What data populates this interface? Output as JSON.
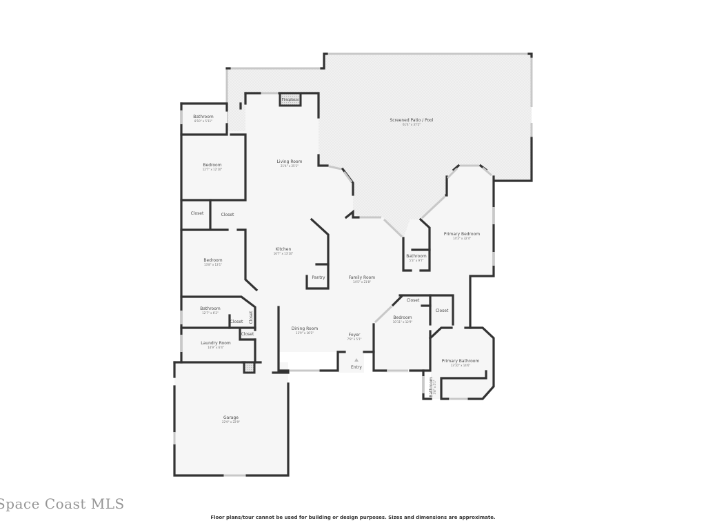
{
  "floorplan": {
    "rooms": [
      {
        "id": "bathroom-1",
        "name": "Bathroom",
        "dim": "8'10\" x 5'11\""
      },
      {
        "id": "bedroom-1",
        "name": "Bedroom",
        "dim": "12'7\" x 12'10\""
      },
      {
        "id": "living-room",
        "name": "Living Room",
        "dim": "21'4\" x 25'1\""
      },
      {
        "id": "fireplace",
        "name": "Fireplace",
        "dim": ""
      },
      {
        "id": "screened-patio",
        "name": "Screened Patio / Pool",
        "dim": "61'4\" x 37'2\""
      },
      {
        "id": "closet-1",
        "name": "Closet",
        "dim": ""
      },
      {
        "id": "closet-2",
        "name": "Closet",
        "dim": ""
      },
      {
        "id": "kitchen",
        "name": "Kitchen",
        "dim": "16'7\" x 13'10\""
      },
      {
        "id": "pantry",
        "name": "Pantry",
        "dim": ""
      },
      {
        "id": "bedroom-2",
        "name": "Bedroom",
        "dim": "13'8\" x 13'1\""
      },
      {
        "id": "family-room",
        "name": "Family Room",
        "dim": "14'5\" x 21'8\""
      },
      {
        "id": "bathroom-2",
        "name": "Bathroom",
        "dim": "5'3\" x 9'7\""
      },
      {
        "id": "primary-bedroom",
        "name": "Primary Bedroom",
        "dim": "14'3\" x 32'4\""
      },
      {
        "id": "bathroom-3",
        "name": "Bathroom",
        "dim": "12'7\" x 6'2\""
      },
      {
        "id": "closet-3",
        "name": "Closet",
        "dim": ""
      },
      {
        "id": "closet-4",
        "name": "Closet",
        "dim": ""
      },
      {
        "id": "closet-5",
        "name": "Closet",
        "dim": ""
      },
      {
        "id": "laundry-room",
        "name": "Laundry Room",
        "dim": "14'9\" x 6'4\""
      },
      {
        "id": "dining-room",
        "name": "Dining Room",
        "dim": "11'9\" x 16'1\""
      },
      {
        "id": "foyer",
        "name": "Foyer",
        "dim": "7'8\" x 5'1\""
      },
      {
        "id": "entry",
        "name": "Entry",
        "dim": ""
      },
      {
        "id": "bedroom-3",
        "name": "Bedroom",
        "dim": "10'11\" x 12'9\""
      },
      {
        "id": "closet-6",
        "name": "Closet",
        "dim": ""
      },
      {
        "id": "closet-7",
        "name": "Closet",
        "dim": ""
      },
      {
        "id": "primary-bathroom",
        "name": "Primary Bathroom",
        "dim": "13'10\" x 14'6\""
      },
      {
        "id": "bathroom-4",
        "name": "Bathroom",
        "dim": "3'8\" x 5'1\""
      },
      {
        "id": "garage",
        "name": "Garage",
        "dim": "22'9\" x 22'9\""
      }
    ]
  },
  "watermark": "Space Coast MLS",
  "disclaimer": "Floor plans/tour cannot be used for building or design purposes. Sizes and dimensions are approximate."
}
